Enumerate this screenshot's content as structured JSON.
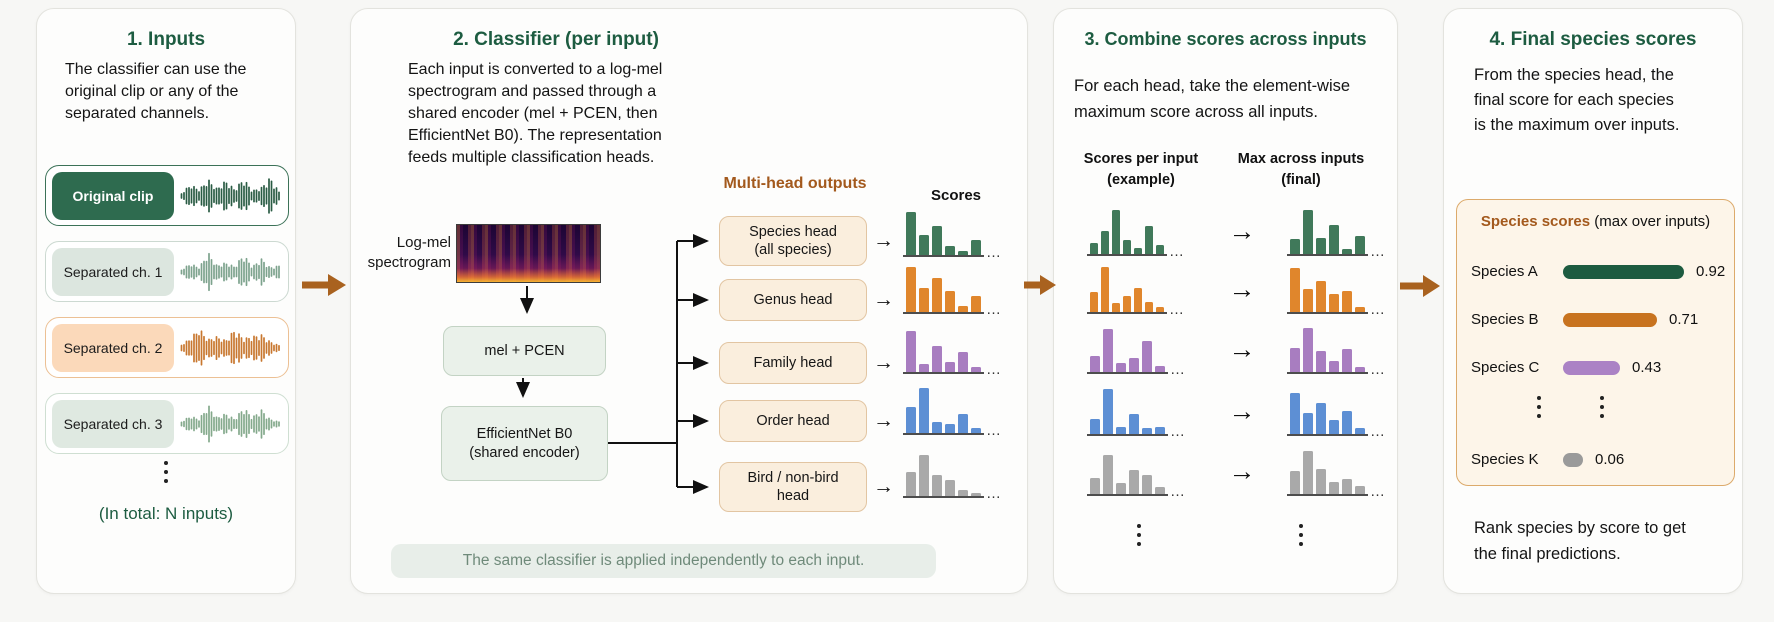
{
  "colors": {
    "title_green": "#1d5c41",
    "accent_brown": "#a3591d",
    "flow_arrow": "#a9621f"
  },
  "panel1": {
    "title": "1. Inputs",
    "description": "The classifier can use the\noriginal clip or any of the\nseparated channels.",
    "inputs": [
      {
        "label": "Original clip",
        "chip_bg": "#2e6b4f",
        "chip_text": "#ffffff",
        "chip_bold": true,
        "row_border": "#3c7258",
        "wave_color": "#2a5c44",
        "wave": [
          0.12,
          0.55,
          0.3,
          0.8,
          0.35,
          0.75,
          0.3,
          0.85,
          0.25,
          0.4,
          0.9,
          0.2
        ]
      },
      {
        "label": "Separated ch. 1",
        "chip_bg": "#dce6df",
        "chip_text": "#1c1c1c",
        "chip_bold": false,
        "row_border": "#ccd9d1",
        "wave_color": "#7da38d",
        "wave": [
          0.1,
          0.4,
          0.2,
          0.95,
          0.3,
          0.45,
          0.25,
          0.85,
          0.25,
          0.65,
          0.2,
          0.3
        ]
      },
      {
        "label": "Separated ch. 2",
        "chip_bg": "#fbd9ba",
        "chip_text": "#1c1c1c",
        "chip_bold": false,
        "row_border": "#ecc094",
        "wave_color": "#c8772f",
        "wave": [
          0.15,
          0.45,
          0.95,
          0.4,
          0.55,
          0.35,
          0.9,
          0.45,
          0.55,
          0.65,
          0.3,
          0.12
        ]
      },
      {
        "label": "Separated ch. 3",
        "chip_bg": "#dfe9e1",
        "chip_text": "#1c1c1c",
        "chip_bold": false,
        "row_border": "#cfdfd2",
        "wave_color": "#84a98c",
        "wave": [
          0.1,
          0.38,
          0.22,
          0.92,
          0.3,
          0.5,
          0.22,
          0.8,
          0.32,
          0.7,
          0.22,
          0.1
        ]
      }
    ],
    "footer": "(In total: N inputs)"
  },
  "panel2": {
    "title": "2. Classifier (per input)",
    "description": "Each input is converted to a log-mel\nspectrogram and passed through a\nshared encoder (mel + PCEN, then\nEfficientNet B0). The representation\nfeeds multiple classification heads.",
    "spectrogram_label": "Log-mel\nspectrogram",
    "mel_box": "mel + PCEN",
    "encoder_line1": "EfficientNet B0",
    "encoder_line2": "(shared encoder)",
    "heads_title": "Multi-head outputs",
    "scores_title": "Scores",
    "heads": [
      {
        "label": "Species head",
        "sublabel": "(all species)",
        "color": "#40795a",
        "scores": [
          0.85,
          0.4,
          0.58,
          0.18,
          0.07,
          0.3
        ]
      },
      {
        "label": "Genus head",
        "sublabel": "",
        "color": "#e0862c",
        "scores": [
          0.9,
          0.48,
          0.68,
          0.42,
          0.12,
          0.32
        ]
      },
      {
        "label": "Family head",
        "sublabel": "",
        "color": "#a87dc0",
        "scores": [
          0.82,
          0.16,
          0.52,
          0.2,
          0.4,
          0.09
        ]
      },
      {
        "label": "Order head",
        "sublabel": "",
        "color": "#5d8fd4",
        "scores": [
          0.52,
          0.9,
          0.22,
          0.18,
          0.38,
          0.09
        ]
      },
      {
        "label": "Bird / non-bird",
        "sublabel": "head",
        "color": "#a9a9a9",
        "scores": [
          0.48,
          0.82,
          0.42,
          0.32,
          0.12,
          0.05
        ]
      }
    ],
    "caption": "The same classifier is applied independently to each input."
  },
  "panel3": {
    "title": "3. Combine scores across inputs",
    "description": "For each head, take the element-wise\nmaximum score across all inputs.",
    "col1": "Scores per input\n(example)",
    "col2": "Max across inputs\n(final)",
    "rows": [
      {
        "color": "#40795a",
        "example": [
          0.22,
          0.45,
          0.88,
          0.28,
          0.12,
          0.55,
          0.18
        ],
        "final": [
          0.3,
          0.88,
          0.32,
          0.58,
          0.1,
          0.35
        ]
      },
      {
        "color": "#e0862c",
        "example": [
          0.4,
          0.9,
          0.18,
          0.32,
          0.48,
          0.2,
          0.1
        ],
        "final": [
          0.88,
          0.45,
          0.62,
          0.35,
          0.42,
          0.1
        ]
      },
      {
        "color": "#a87dc0",
        "example": [
          0.32,
          0.85,
          0.18,
          0.28,
          0.62,
          0.12
        ],
        "final": [
          0.48,
          0.88,
          0.42,
          0.22,
          0.45,
          0.1
        ]
      },
      {
        "color": "#5d8fd4",
        "example": [
          0.3,
          0.9,
          0.14,
          0.4,
          0.12,
          0.14
        ],
        "final": [
          0.82,
          0.42,
          0.62,
          0.28,
          0.45,
          0.12
        ]
      },
      {
        "color": "#a9a9a9",
        "example": [
          0.32,
          0.78,
          0.22,
          0.48,
          0.38,
          0.14
        ],
        "final": [
          0.45,
          0.85,
          0.5,
          0.24,
          0.3,
          0.15
        ]
      }
    ]
  },
  "panel4": {
    "title": "4. Final species scores",
    "description": "From the species head, the\nfinal score for each species\nis the maximum over inputs.",
    "box_title_strong": "Species scores",
    "box_title_rest": " (max over inputs)",
    "species": [
      {
        "name": "Species A",
        "value": 0.92,
        "score_label": "0.92",
        "color": "#1d5b40"
      },
      {
        "name": "Species B",
        "value": 0.71,
        "score_label": "0.71",
        "color": "#c8731f"
      },
      {
        "name": "Species C",
        "value": 0.43,
        "score_label": "0.43",
        "color": "#ab82c5"
      },
      {
        "name": "Species K",
        "value": 0.06,
        "score_label": "0.06",
        "color": "#9a9a9a"
      }
    ],
    "footer": "Rank species by score to get\nthe final predictions."
  },
  "misc": {
    "chart_ellipsis": "…",
    "arrow_glyph": "→"
  }
}
